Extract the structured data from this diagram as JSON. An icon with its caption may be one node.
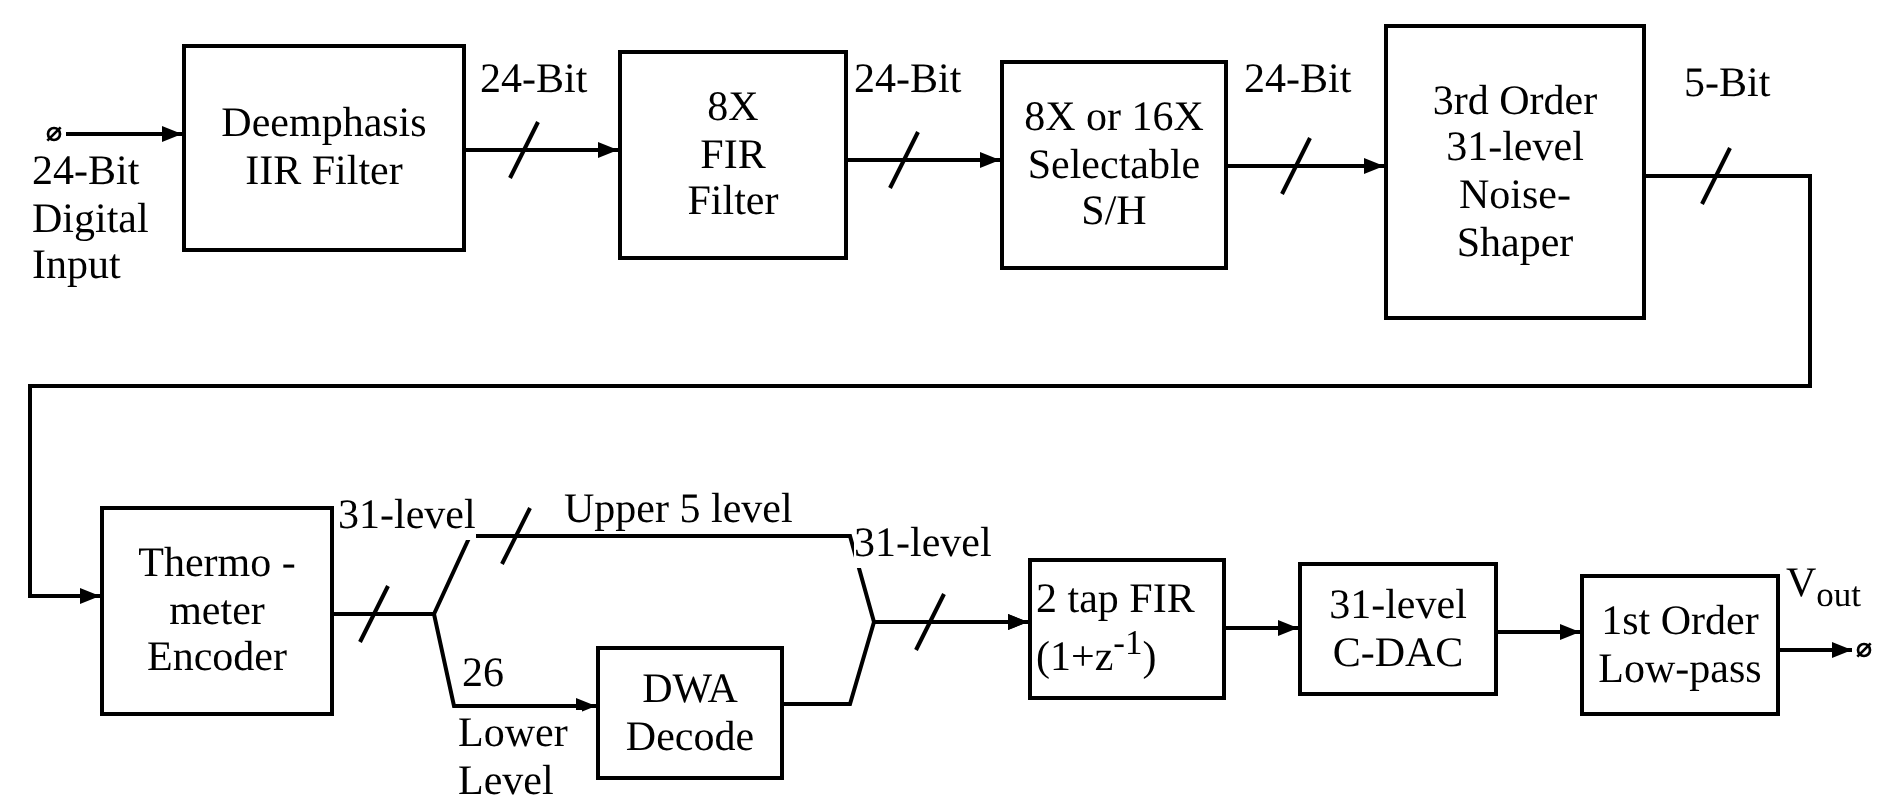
{
  "diagram": {
    "nodes": [
      {
        "text": [],
        "shape": "circle",
        "beside": [
          "24-Bit Digital Input"
        ]
      },
      {
        "text": [
          "Deemphasis IIR Filter"
        ]
      },
      {
        "text": [
          "8X FIR Filter"
        ]
      },
      {
        "text": [
          "8X or 16X Selectable S/H"
        ]
      },
      {
        "text": [
          "3rd Order 31-level Noise-Shaper"
        ]
      },
      {
        "text": [
          "Thermo -meter Encoder"
        ]
      },
      {
        "text": [
          "DWA Decode"
        ]
      },
      {
        "text": [
          "2 tap FIR (1+z$^{-1}$)"
        ]
      },
      {
        "text": [
          "31-level C-DAC"
        ]
      },
      {
        "text": [
          "1st Order Low-pass"
        ]
      },
      {
        "text": [],
        "shape": "circle"
      }
    ],
    "edges": [
      {
        "from": 0,
        "to": 1,
        "arrow": "to"
      },
      {
        "from": 1,
        "to": 2,
        "arrow": "to",
        "label": "24-Bit"
      },
      {
        "from": 2,
        "to": 3,
        "arrow": "to",
        "label": "24-Bit"
      },
      {
        "from": 3,
        "to": 4,
        "arrow": "to",
        "label": "24-Bit"
      },
      {
        "from": 4,
        "to": 5,
        "arrow": "to",
        "label": "5-Bit"
      },
      {
        "from": 5,
        "to": 7,
        "arrow": "to",
        "label": "Upper 5 level"
      },
      {
        "from": 5,
        "to": 6,
        "arrow": "to",
        "label": "26"
      },
      {
        "from": 6,
        "to": 7,
        "arrow": "to"
      },
      {
        "from": 7,
        "to": 8,
        "arrow": "to"
      },
      {
        "from": 8,
        "to": 9,
        "arrow": "to"
      },
      {
        "from": 9,
        "to": 10,
        "arrow": "to"
      }
    ],
    "labels": [
      "31-level",
      "Lower Level",
      "31-level",
      "V$_{out}$"
    ]
  }
}
